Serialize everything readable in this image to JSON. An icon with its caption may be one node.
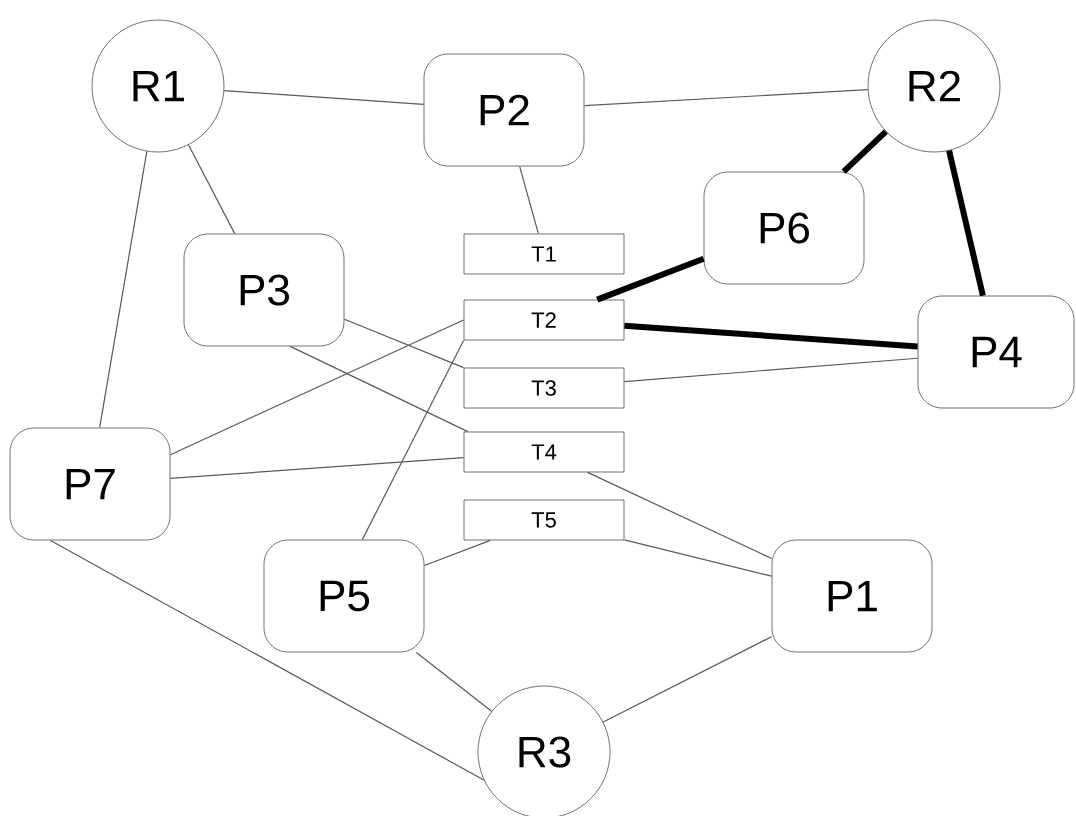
{
  "diagram": {
    "nodes": [
      {
        "text": [
          "R1"
        ]
      },
      {
        "text": [
          "P2"
        ]
      },
      {
        "text": [
          "R2"
        ]
      },
      {
        "text": [
          "P6"
        ]
      },
      {
        "text": [
          "T1"
        ]
      },
      {
        "text": [
          "P3"
        ]
      },
      {
        "text": [
          "T2"
        ]
      },
      {
        "text": [
          "P4"
        ]
      },
      {
        "text": [
          "T3"
        ]
      },
      {
        "text": [
          "P7"
        ]
      },
      {
        "text": [
          "T4"
        ]
      },
      {
        "text": [
          "T5"
        ]
      },
      {
        "text": [
          "P5"
        ]
      },
      {
        "text": [
          "P1"
        ]
      },
      {
        "text": [
          "R3"
        ]
      }
    ],
    "edges": [
      {
        "from": 0,
        "to": 1,
        "arrow": "none"
      },
      {
        "from": 1,
        "to": 2,
        "arrow": "none"
      },
      {
        "from": 0,
        "to": 5,
        "arrow": "none"
      },
      {
        "from": 0,
        "to": 9,
        "arrow": "none"
      },
      {
        "from": 1,
        "to": 4,
        "arrow": "none"
      },
      {
        "from": 2,
        "to": 3,
        "arrow": "none",
        "style": "thick",
        "color": "#000000"
      },
      {
        "from": 2,
        "to": 7,
        "arrow": "none",
        "style": "thick",
        "color": "#000000"
      },
      {
        "from": 3,
        "to": 6,
        "arrow": "none",
        "style": "thick",
        "color": "#000000"
      },
      {
        "from": 6,
        "to": 7,
        "arrow": "none",
        "style": "thick",
        "color": "#000000"
      },
      {
        "from": 8,
        "to": 7,
        "arrow": "none"
      },
      {
        "from": 5,
        "to": 8,
        "arrow": "none"
      },
      {
        "from": 5,
        "to": 10,
        "arrow": "none"
      },
      {
        "from": 6,
        "to": 9,
        "arrow": "none"
      },
      {
        "from": 6,
        "to": 12,
        "arrow": "none"
      },
      {
        "from": 10,
        "to": 9,
        "arrow": "none"
      },
      {
        "from": 10,
        "to": 13,
        "arrow": "none"
      },
      {
        "from": 11,
        "to": 13,
        "arrow": "none"
      },
      {
        "from": 11,
        "to": 12,
        "arrow": "none"
      },
      {
        "from": 9,
        "to": 14,
        "arrow": "none"
      },
      {
        "from": 12,
        "to": 14,
        "arrow": "none"
      },
      {
        "from": 13,
        "to": 14,
        "arrow": "none"
      }
    ]
  }
}
